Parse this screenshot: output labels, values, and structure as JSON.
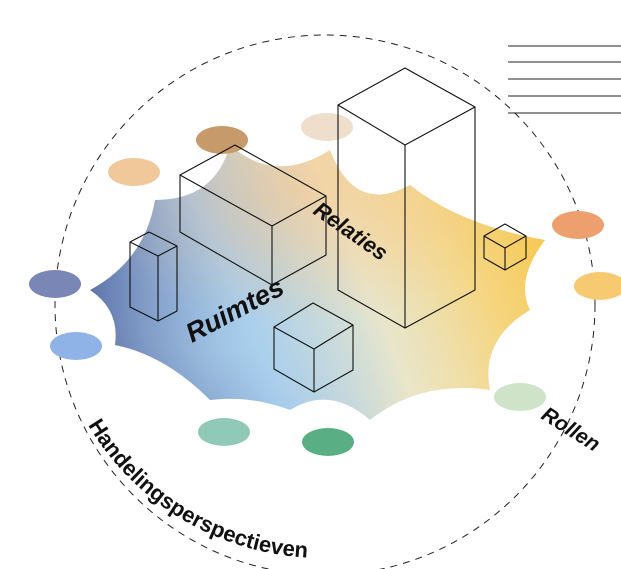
{
  "labels": {
    "ruimtes": "Ruimtes",
    "relaties": "Relaties",
    "rollen": "Rollen",
    "handelingsperspectieven": "Handelingsperspectieven"
  },
  "colors": {
    "blob_gradient": [
      "#4a5a9a",
      "#9ec3ea",
      "#f6e6b0",
      "#f6c850"
    ],
    "ellipses": [
      "#7a86b6",
      "#8fb3e6",
      "#c69a6a",
      "#f0c89a",
      "#eedecb",
      "#ee9f6e",
      "#f7c970",
      "#90c9b8",
      "#5aae83",
      "#cfe3c8"
    ]
  }
}
